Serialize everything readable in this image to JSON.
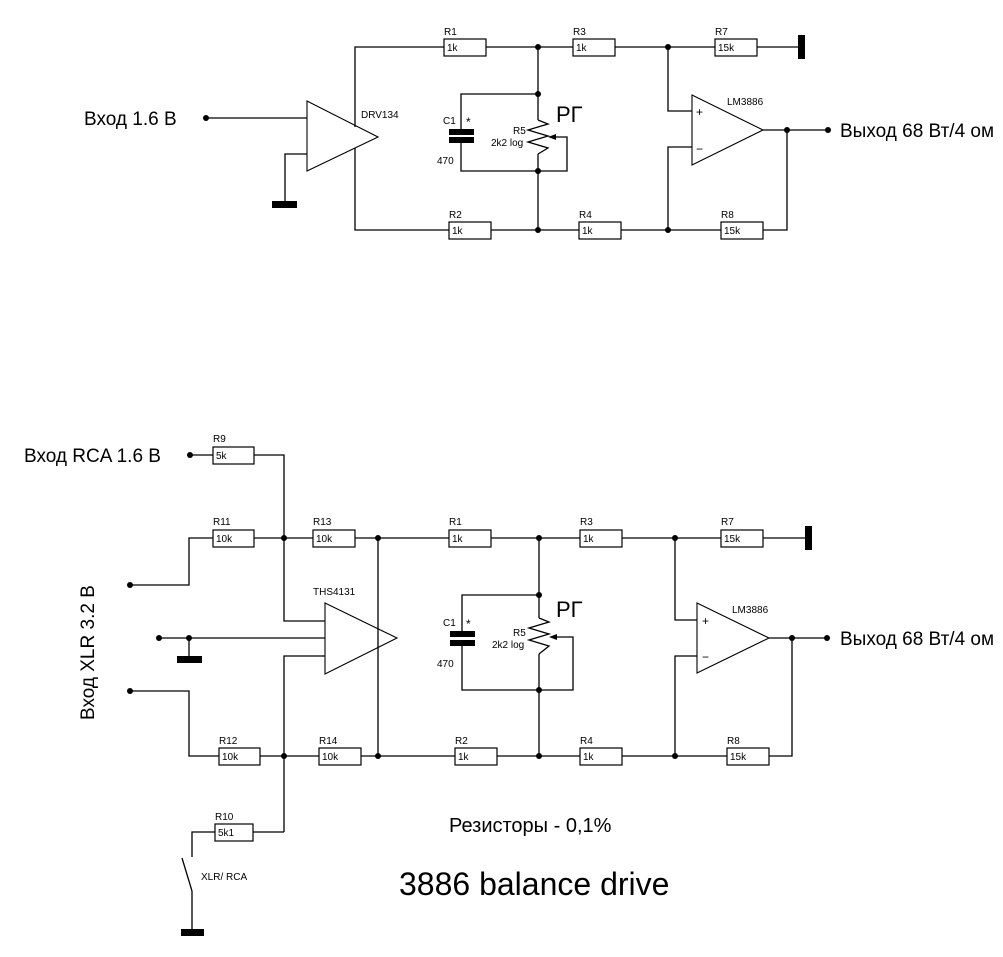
{
  "title": "3886 balance drive",
  "note": "Резисторы - 0,1%",
  "top_circuit": {
    "input_label": "Вход  1.6 В",
    "output_label": "Выход 68 Вт/4 ом",
    "driver": "DRV134",
    "power_amp": "LM3886",
    "gain_control_label": "РГ",
    "plus": "+",
    "minus": "−",
    "components": {
      "R1": {
        "name": "R1",
        "value": "1k"
      },
      "R2": {
        "name": "R2",
        "value": "1k"
      },
      "R3": {
        "name": "R3",
        "value": "1k"
      },
      "R4": {
        "name": "R4",
        "value": "1k"
      },
      "R7": {
        "name": "R7",
        "value": "15k"
      },
      "R8": {
        "name": "R8",
        "value": "15k"
      },
      "R5": {
        "name": "R5",
        "value": "2k2 log"
      },
      "C1": {
        "name": "C1",
        "value": "470",
        "mark": "*"
      }
    }
  },
  "bottom_circuit": {
    "input_rca_label": "Вход RCA 1.6 В",
    "input_xlr_label": "Вход XLR 3.2 В",
    "output_label": "Выход 68 Вт/4 ом",
    "driver": "THS4131",
    "power_amp": "LM3886",
    "gain_control_label": "РГ",
    "switch_label": "XLR/ RCA",
    "plus": "+",
    "minus": "−",
    "components": {
      "R9": {
        "name": "R9",
        "value": "5k"
      },
      "R10": {
        "name": "R10",
        "value": "5k1"
      },
      "R11": {
        "name": "R11",
        "value": "10k"
      },
      "R12": {
        "name": "R12",
        "value": "10k"
      },
      "R13": {
        "name": "R13",
        "value": "10k"
      },
      "R14": {
        "name": "R14",
        "value": "10k"
      },
      "R1": {
        "name": "R1",
        "value": "1k"
      },
      "R2": {
        "name": "R2",
        "value": "1k"
      },
      "R3": {
        "name": "R3",
        "value": "1k"
      },
      "R4": {
        "name": "R4",
        "value": "1k"
      },
      "R7": {
        "name": "R7",
        "value": "15k"
      },
      "R8": {
        "name": "R8",
        "value": "15k"
      },
      "R5": {
        "name": "R5",
        "value": "2k2 log"
      },
      "C1": {
        "name": "C1",
        "value": "470",
        "mark": "*"
      }
    }
  }
}
